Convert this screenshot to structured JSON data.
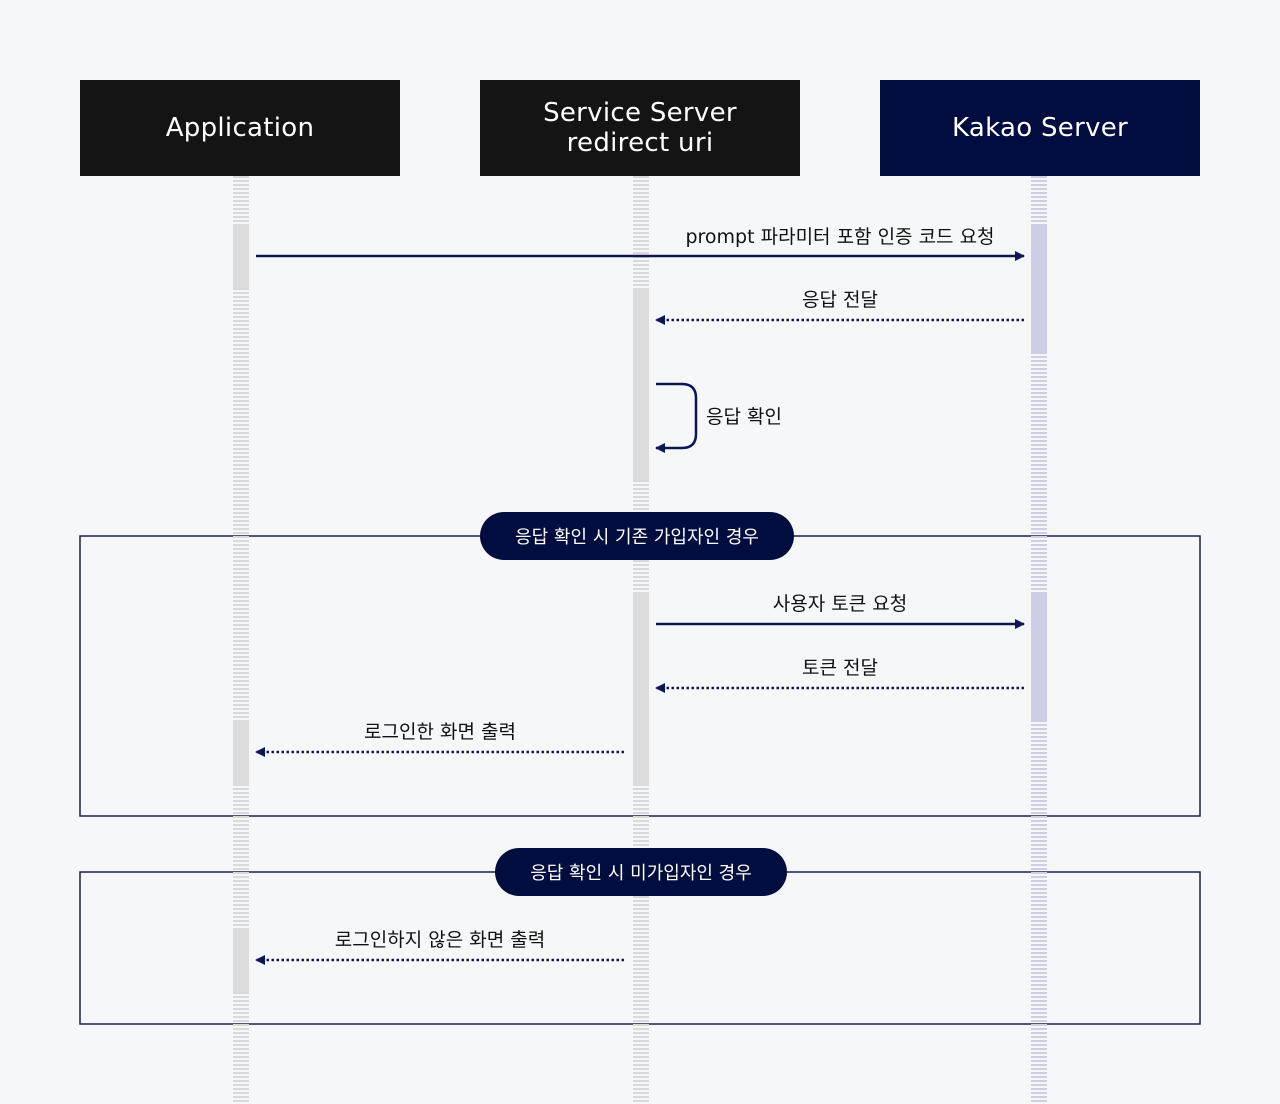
{
  "colors": {
    "background": "#f6f7f8",
    "actor_dark": "#141414",
    "actor_kakao": "#020d3f",
    "navy": "#0c1657",
    "lifeline": "#d9d9d9",
    "activation_gray": "#dcdcdc",
    "activation_kakao": "#cccfe3",
    "fragment_border": "#1a1f4a",
    "fragment_label_bg": "#020d3f"
  },
  "actors": [
    {
      "id": "application",
      "label": "Application"
    },
    {
      "id": "service_server",
      "label": "Service Server\nredirect uri"
    },
    {
      "id": "kakao_server",
      "label": "Kakao Server"
    }
  ],
  "messages": [
    {
      "id": "auth_code_request",
      "label": "prompt 파라미터 포함 인증 코드 요청",
      "from": "application",
      "to": "kakao_server",
      "style": "solid"
    },
    {
      "id": "response_delivery",
      "label": "응답 전달",
      "from": "kakao_server",
      "to": "service_server",
      "style": "dotted"
    },
    {
      "id": "response_check",
      "label": "응답 확인",
      "from": "service_server",
      "to": "service_server",
      "style": "self"
    },
    {
      "id": "user_token_request",
      "label": "사용자 토큰 요청",
      "from": "service_server",
      "to": "kakao_server",
      "style": "solid"
    },
    {
      "id": "token_delivery",
      "label": "토큰 전달",
      "from": "kakao_server",
      "to": "service_server",
      "style": "dotted"
    },
    {
      "id": "logged_in_screen",
      "label": "로그인한 화면 출력",
      "from": "service_server",
      "to": "application",
      "style": "dotted"
    },
    {
      "id": "not_logged_in_screen",
      "label": "로그인하지 않은 화면 출력",
      "from": "service_server",
      "to": "application",
      "style": "dotted"
    }
  ],
  "fragments": [
    {
      "id": "existing_member",
      "label": "응답 확인 시 기존 가입자인 경우"
    },
    {
      "id": "new_member",
      "label": "응답 확인 시 미가입자인 경우"
    }
  ]
}
